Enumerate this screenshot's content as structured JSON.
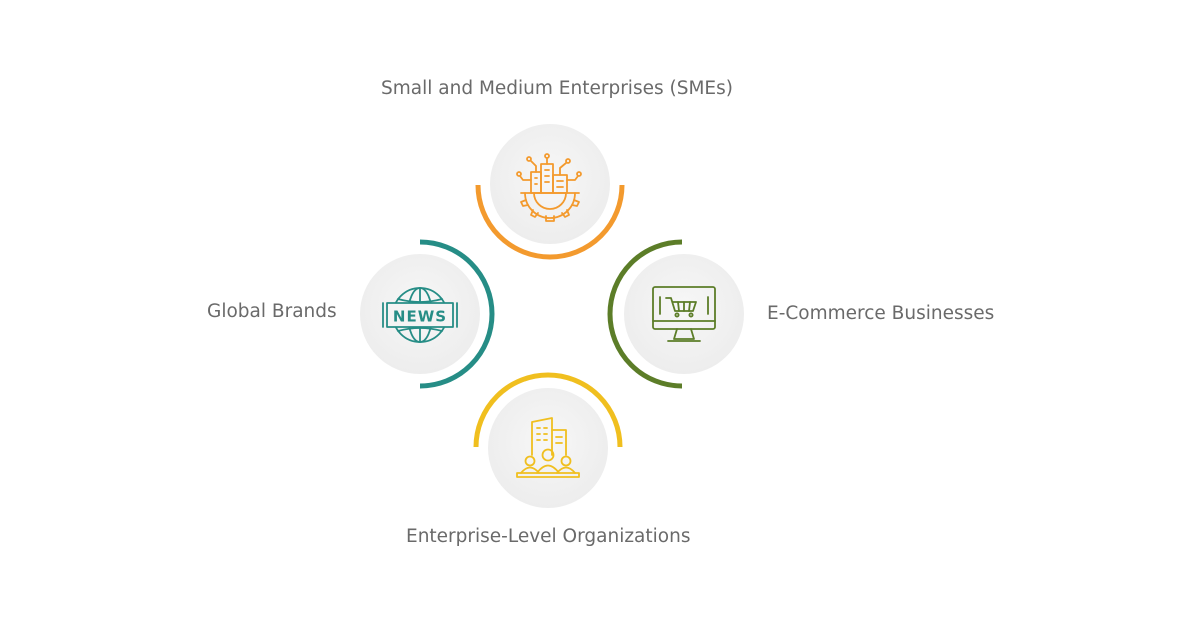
{
  "segments": {
    "sme": {
      "label": "Small and Medium Enterprises (SMEs)",
      "icon": "factory-gear-icon",
      "color": "#f39a2e"
    },
    "global": {
      "label": "Global Brands",
      "icon": "globe-news-icon",
      "color": "#268d86"
    },
    "ecommerce": {
      "label": "E-Commerce Businesses",
      "icon": "monitor-cart-icon",
      "color": "#5c7d28"
    },
    "enterprise": {
      "label": "Enterprise-Level Organizations",
      "icon": "buildings-people-icon",
      "color": "#f0bf1f"
    }
  },
  "circle_fill": "#f2f2f2"
}
